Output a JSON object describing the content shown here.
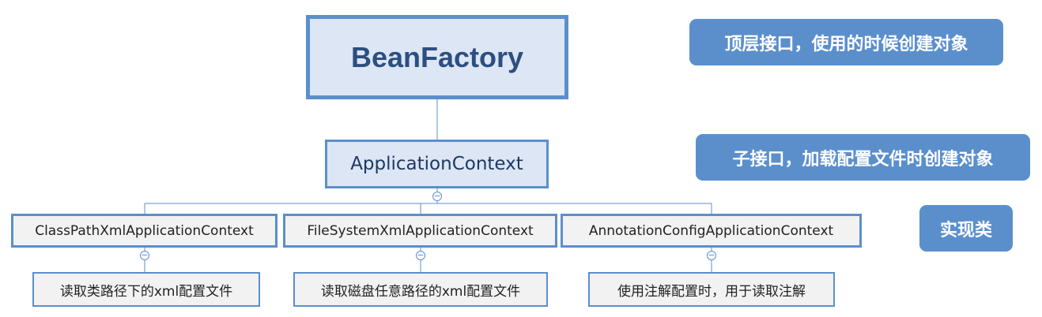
{
  "diagram": {
    "root": {
      "label": "BeanFactory"
    },
    "interface": {
      "label": "ApplicationContext"
    },
    "implementations": [
      {
        "label": "ClassPathXmlApplicationContext",
        "description": "读取类路径下的xml配置文件"
      },
      {
        "label": "FileSystemXmlApplicationContext",
        "description": "读取磁盘任意路径的xml配置文件"
      },
      {
        "label": "AnnotationConfigApplicationContext",
        "description": "使用注解配置时，用于读取注解"
      }
    ]
  },
  "annotations": [
    {
      "text": "顶层接口，使用的时候创建对象"
    },
    {
      "text": "子接口，加载配置文件时创建对象"
    },
    {
      "text": "实现类"
    }
  ],
  "collapse_symbol": "−",
  "colors": {
    "border": "#5b8fcc",
    "node_fill": "#dce6f4",
    "leaf_fill": "#f2f2f2",
    "label_fill": "#5b8fcc",
    "text_dark": "#1f3864"
  }
}
